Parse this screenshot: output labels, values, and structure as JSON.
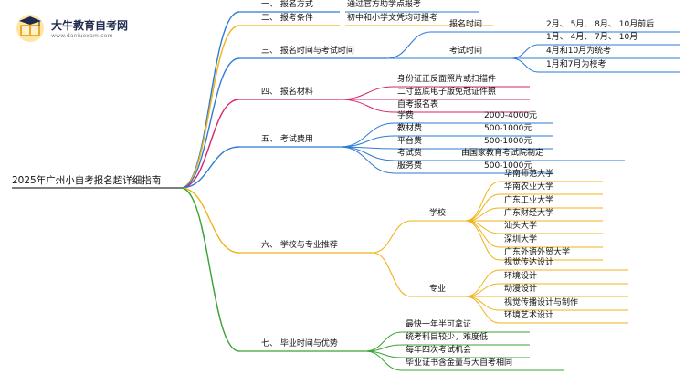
{
  "logo": {
    "title": "大牛教育自考网",
    "url": "www.daniuexam.com",
    "icon": "graduation-book-icon"
  },
  "root": "2025年广州小自考报名超详细指南",
  "branches": [
    {
      "label": "一、 报名方式",
      "color": "#2e7bd6",
      "items": [
        "通过官方助学点报考"
      ]
    },
    {
      "label": "二、 报考条件",
      "color": "#f2b21a",
      "items": [
        "初中和小学文凭均可报考"
      ]
    },
    {
      "label": "三、 报名时间与考试时间",
      "color": "#2e7bd6",
      "groups": [
        {
          "label": "报名时间",
          "items": [
            "2月、 5月、 8月、 10月前后"
          ]
        },
        {
          "label": "考试时间",
          "items": [
            "1月、 4月、 7月、 10月",
            "4月和10月为统考",
            "1月和7月为校考"
          ]
        }
      ]
    },
    {
      "label": "四、 报名材料",
      "color": "#d6246e",
      "items": [
        "身份证正反面照片或扫描件",
        "二寸蓝底电子版免冠证件照",
        "自考报名表"
      ]
    },
    {
      "label": "五、 考试费用",
      "color": "#2e7bd6",
      "rows": [
        {
          "name": "学费",
          "value": "2000-4000元"
        },
        {
          "name": "教材费",
          "value": "500-1000元"
        },
        {
          "name": "平台费",
          "value": "500-1000元"
        },
        {
          "name": "考试费",
          "value": "由国家教育考试院制定"
        },
        {
          "name": "服务费",
          "value": "500-1000元"
        }
      ]
    },
    {
      "label": "六、 学校与专业推荐",
      "color": "#f2b21a",
      "groups": [
        {
          "label": "学校",
          "items": [
            "华南师范大学",
            "华南农业大学",
            "广东工业大学",
            "广东财经大学",
            "汕头大学",
            "深圳大学",
            "广东外语外贸大学"
          ]
        },
        {
          "label": "专业",
          "items": [
            "视觉传达设计",
            "环境设计",
            "动漫设计",
            "视觉传播设计与制作",
            "环境艺术设计"
          ]
        }
      ]
    },
    {
      "label": "七、 毕业时间与优势",
      "color": "#3aa335",
      "items": [
        "最快一年半可拿证",
        "统考科目较少，难度低",
        "每年四次考试机会",
        "毕业证书含金量与大自考相同"
      ]
    }
  ]
}
